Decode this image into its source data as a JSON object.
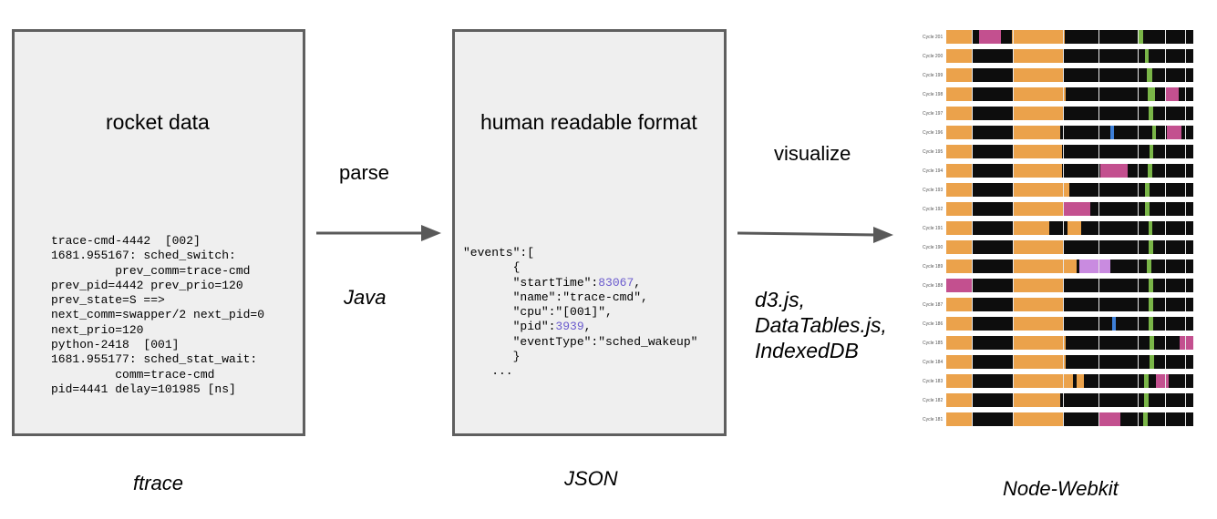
{
  "raw_panel": {
    "title": "rocket data",
    "text": "trace-cmd-4442  [002]\n1681.955167: sched_switch:\n         prev_comm=trace-cmd\nprev_pid=4442 prev_prio=120\nprev_state=S ==>\nnext_comm=swapper/2 next_pid=0\nnext_prio=120\npython-2418  [001]\n1681.955177: sched_stat_wait:\n         comm=trace-cmd\npid=4441 delay=101985 [ns]",
    "caption": "ftrace"
  },
  "parse_step": {
    "label": "parse",
    "tool": "Java"
  },
  "json_panel": {
    "title": "human readable format",
    "lines": {
      "l1": "\"events\":[",
      "l2": "       {",
      "l3_key": "       \"startTime\":",
      "l3_val": "83067",
      "l3_end": ",",
      "l4": "       \"name\":\"trace-cmd\",",
      "l5": "       \"cpu\":\"[001]\",",
      "l6_key": "       \"pid\":",
      "l6_val": "3939",
      "l6_end": ",",
      "l7": "       \"eventType\":\"sched_wakeup\"",
      "l8": "       }",
      "l9": "    ..."
    },
    "caption": "JSON"
  },
  "visualize_step": {
    "label": "visualize",
    "tools": [
      "d3.js,",
      "DataTables.js,",
      "IndexedDB"
    ]
  },
  "viz_panel": {
    "caption": "Node-Webkit",
    "row_labels": [
      "Cycle 201",
      "Cycle 200",
      "Cycle 199",
      "Cycle 198",
      "Cycle 197",
      "Cycle 196",
      "Cycle 195",
      "Cycle 194",
      "Cycle 193",
      "Cycle 192",
      "Cycle 191",
      "Cycle 190",
      "Cycle 189",
      "Cycle 188",
      "Cycle 187",
      "Cycle 186",
      "Cycle 185",
      "Cycle 184",
      "Cycle 183",
      "Cycle 182",
      "Cycle 181"
    ],
    "colors": {
      "orange": "#eba24b",
      "black": "#0d0d0d",
      "magenta": "#c3508f",
      "blue": "#3d7fd8",
      "green": "#7ab648",
      "lavender": "#c98be0"
    }
  }
}
